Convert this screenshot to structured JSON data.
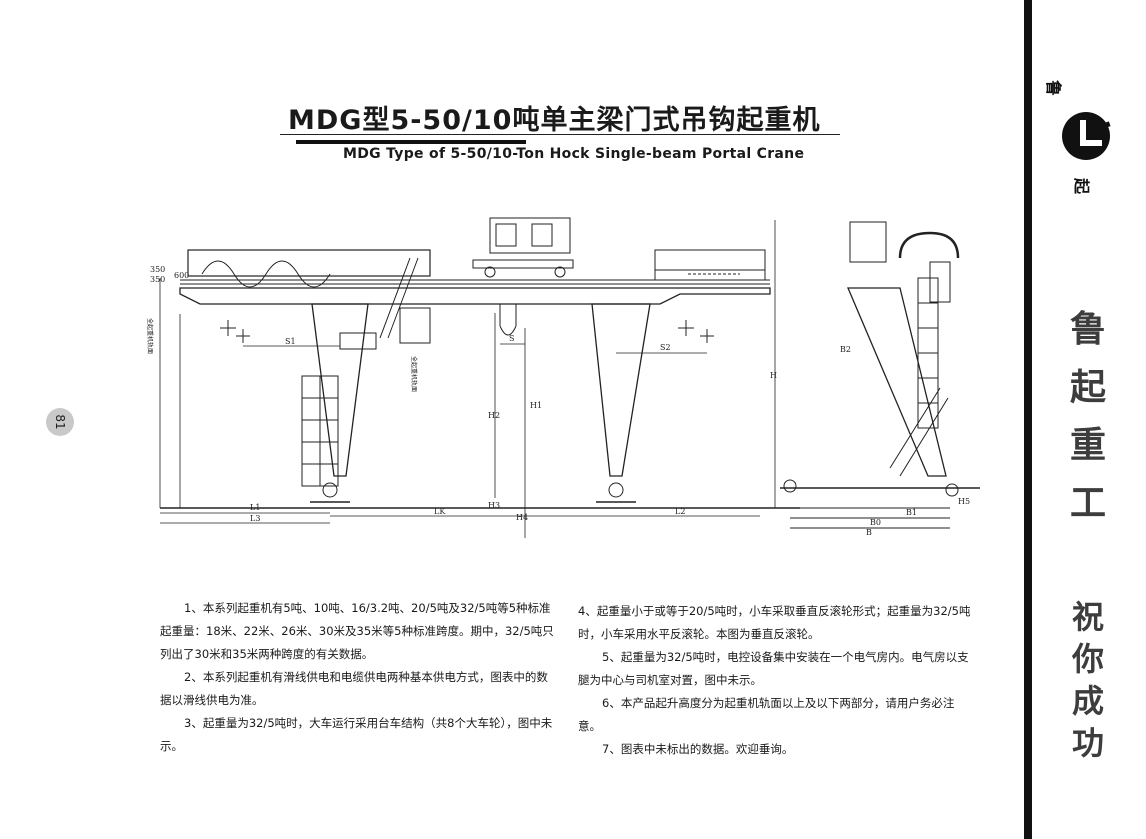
{
  "page": {
    "number": "81",
    "title_zh": "MDG型5-50/10吨单主梁门式吊钩起重机",
    "title_en": "MDG Type of 5-50/10-Ton Hock Single-beam Portal Crane"
  },
  "drawing": {
    "dims_top": [
      "350",
      "350",
      "600"
    ],
    "labels": {
      "s1": "S1",
      "s": "S",
      "s2": "S2",
      "h2": "H2",
      "h1": "H1",
      "h3": "H3",
      "h4": "H4",
      "h": "H",
      "h5": "H5",
      "l1": "L1",
      "l3": "L3",
      "lk": "LK",
      "l2": "L2",
      "b1": "B1",
      "b2": "B2",
      "b0": "B0",
      "b": "B"
    },
    "vertical_notes": [
      "全起重机轨面",
      "全起重机轨面"
    ]
  },
  "notes": [
    "1、本系列起重机有5吨、10吨、16/3.2吨、20/5吨及32/5吨等5种标准起重量：18米、22米、26米、30米及35米等5种标准跨度。期中，32/5吨只列出了30米和35米两种跨度的有关数据。",
    "2、本系列起重机有滑线供电和电缆供电两种基本供电方式，图表中的数据以滑线供电为准。",
    "3、起重量为32/5吨时，大车运行采用台车结构（共8个大车轮），图中未示。",
    "4、起重量小于或等于20/5吨时，小车采取垂直反滚轮形式；起重量为32/5吨时，小车采用水平反滚轮。本图为垂直反滚轮。",
    "5、起重量为32/5吨时，电控设备集中安装在一个电气房内。电气房以支腿为中心与司机室对置，图中未示。",
    "6、本产品起升高度分为起重机轨面以上及以下两部分，请用户务必注意。",
    "7、图表中未标出的数据。欢迎垂询。"
  ],
  "brand": {
    "logo_char_top": "鲁",
    "logo_char_bottom": "起",
    "calligraphy_brand": [
      "鲁",
      "起",
      "重",
      "工"
    ],
    "calligraphy_slogan": [
      "祝",
      "你",
      "成",
      "功"
    ]
  }
}
